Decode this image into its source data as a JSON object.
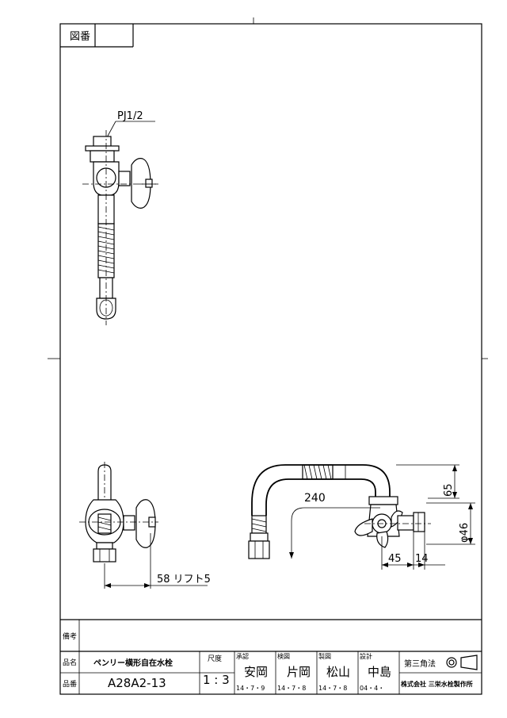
{
  "drawing_no_label": "図番",
  "callout_pj": "PJ1/2",
  "dims": {
    "lift": "58 リフト5",
    "length": "240",
    "height": "65",
    "diameter": "φ46",
    "offset_a": "45",
    "offset_b": "14"
  },
  "titleblock": {
    "remarks_label": "備考",
    "name_label": "品名",
    "number_label": "品番",
    "product_name": "ペンリー横形自在水栓",
    "product_number": "A28A2-13",
    "scale_label": "尺度",
    "scale_value": "1 : 3",
    "approve_label": "承認",
    "approve_name": "安岡",
    "approve_date": "14・7・9",
    "check_label": "検図",
    "check_name": "片岡",
    "check_date": "14・7・8",
    "draw_label": "製図",
    "draw_name": "松山",
    "draw_date": "14・7・8",
    "design_label": "設計",
    "design_name": "中島",
    "design_date": "04・4・",
    "projection_label": "第三角法",
    "company": "株式会社 三栄水栓製作所"
  }
}
